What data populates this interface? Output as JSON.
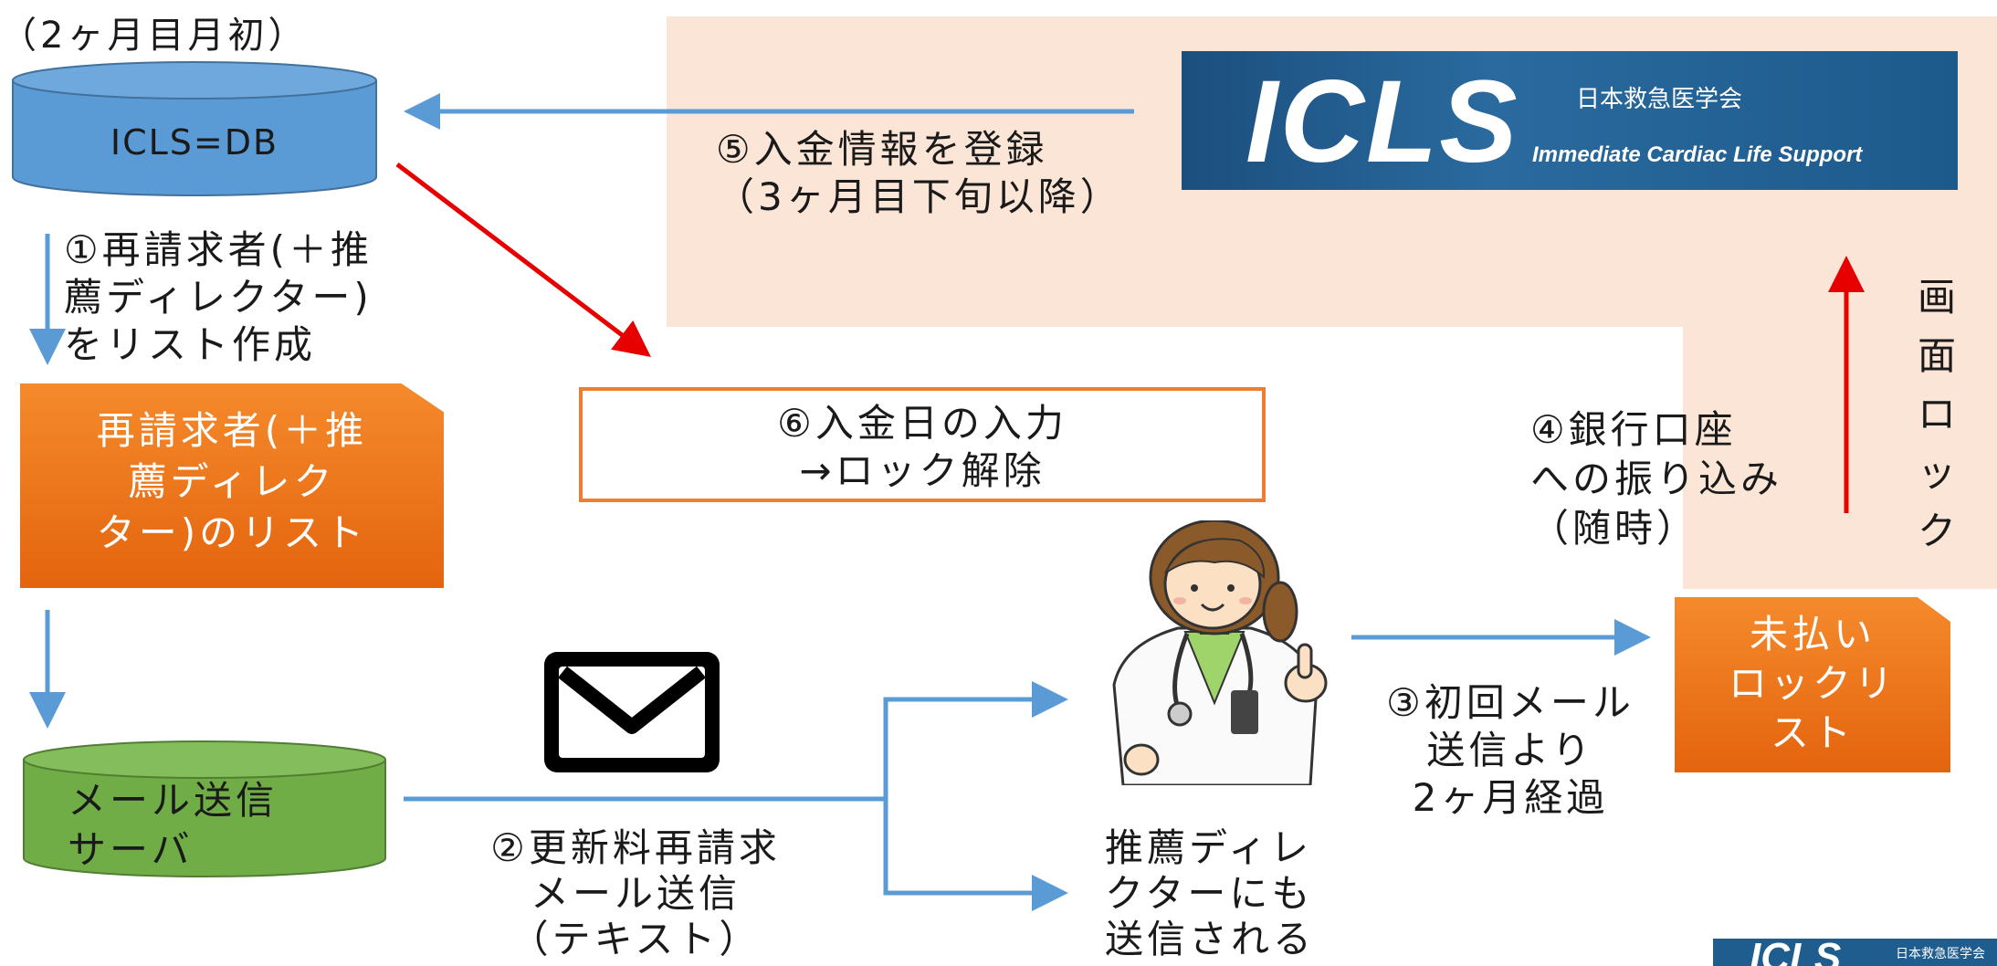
{
  "top_label": "（2ヶ月目月初）",
  "db_label": "ICLS=DB",
  "step1": "①再請求者(＋推\n薦ディレクター)\nをリスト作成",
  "list_doc": "再請求者(＋推\n薦ディレク\nター)のリスト",
  "mail_server": "メール送信\nサーバ",
  "step2": "②更新料再請求\nメール送信\n（テキスト）",
  "director_caption": "推薦ディレ\nクターにも\n送信される",
  "step3": "③初回メール\n送信より\n2ヶ月経過",
  "unpaid_doc": "未払い\nロックリ\nスト",
  "step4": "④銀行口座\nへの振り込み\n（随時）",
  "screen_lock": "画\n面\nロ\nッ\nク",
  "step5": "⑤入金情報を登録\n（3ヶ月目下旬以降）",
  "step6": "⑥入金日の入力\n→ロック解除",
  "logo": {
    "main": "ICLS",
    "org": "日本救急医学会",
    "sub": "Immediate Cardiac Life Support"
  },
  "colors": {
    "panel": "#fbe5d6",
    "db": "#5b9bd5",
    "server": "#70ad47",
    "orange": "#ed7d31",
    "arrow_blue": "#5b9bd5",
    "arrow_red": "#e60000",
    "logo_bg": "#1f5d8f"
  }
}
